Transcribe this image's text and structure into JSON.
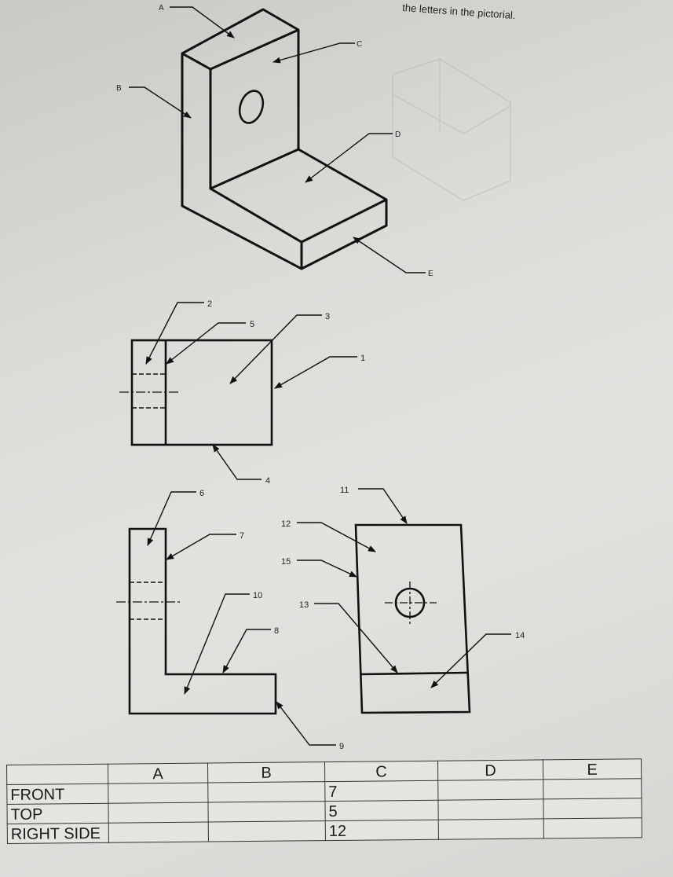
{
  "instruction_fragment": "the letters in the pictorial.",
  "pictorial_labels": [
    "A",
    "B",
    "C",
    "D",
    "E"
  ],
  "front_view_labels": [
    "2",
    "5",
    "3",
    "1",
    "4"
  ],
  "top_view_labels": [
    "6",
    "7",
    "10",
    "8",
    "9"
  ],
  "right_view_labels": [
    "11",
    "12",
    "15",
    "13",
    "14"
  ],
  "table": {
    "columns": [
      "A",
      "B",
      "C",
      "D",
      "E"
    ],
    "rows": [
      {
        "label": "FRONT",
        "values": [
          "",
          "",
          "7",
          "",
          ""
        ]
      },
      {
        "label": "TOP",
        "values": [
          "",
          "",
          "5",
          "",
          ""
        ]
      },
      {
        "label": "RIGHT SIDE",
        "values": [
          "",
          "",
          "12",
          "",
          ""
        ]
      }
    ]
  }
}
